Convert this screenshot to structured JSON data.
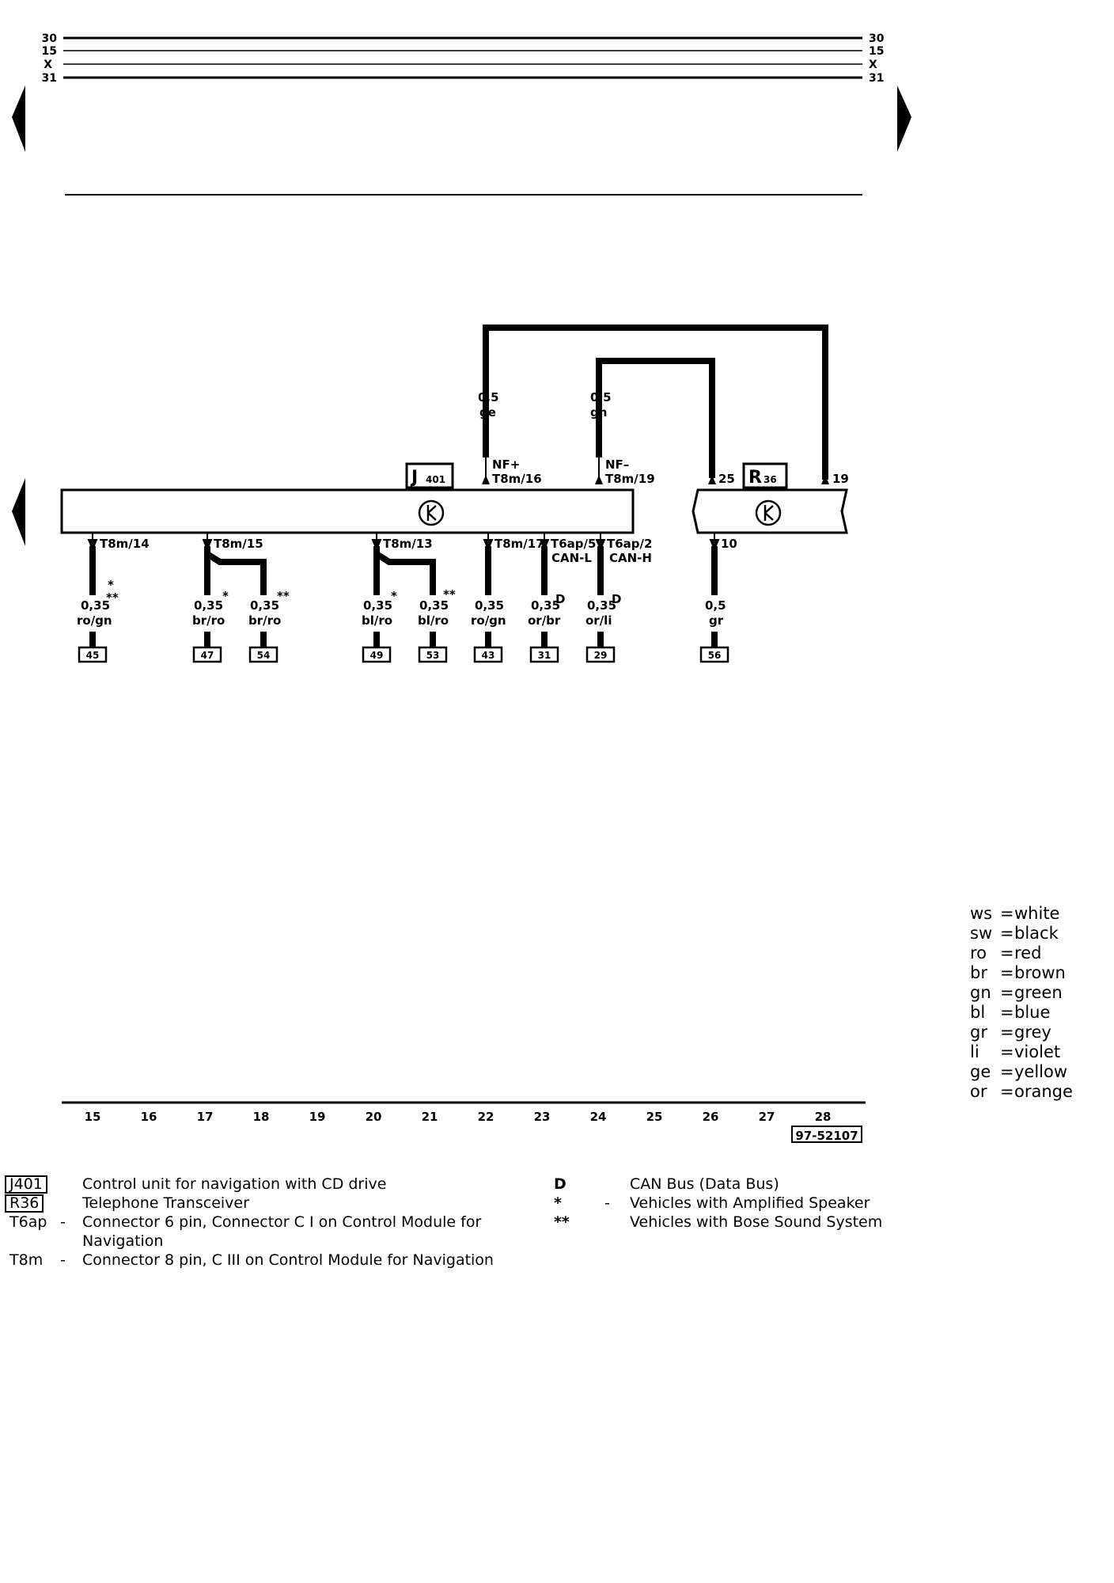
{
  "rails": [
    {
      "label": "30",
      "y": 48
    },
    {
      "label": "15",
      "y": 64
    },
    {
      "label": "X",
      "y": 81
    },
    {
      "label": "31",
      "y": 98
    }
  ],
  "components": {
    "j401": {
      "code": "J",
      "sub": "401"
    },
    "r36": {
      "code": "R",
      "sub": "36"
    }
  },
  "upper_wires": [
    {
      "size": "0,5",
      "color": "ge",
      "pin": "NF+",
      "conn": "T8m/16"
    },
    {
      "size": "0,5",
      "color": "gn",
      "pin": "NF–",
      "conn": "T8m/19"
    }
  ],
  "r36_pins": {
    "top_a": "25",
    "top_b": "19",
    "bottom": "10"
  },
  "lower_connectors": {
    "c14": "T8m/14",
    "c15": "T8m/15",
    "c13": "T8m/13",
    "c17": "T8m/17",
    "c6ap5": "T6ap/5",
    "c6ap2": "T6ap/2",
    "canl": "CAN-L",
    "canh": "CAN-H"
  },
  "lower_wires": [
    {
      "size": "0,35",
      "color": "ro/gn",
      "mark": "*\n**",
      "ref": "45"
    },
    {
      "size": "0,35",
      "color": "br/ro",
      "mark": "*",
      "ref": "47"
    },
    {
      "size": "0,35",
      "color": "br/ro",
      "mark": "**",
      "ref": "54"
    },
    {
      "size": "0,35",
      "color": "bl/ro",
      "mark": "*",
      "ref": "49"
    },
    {
      "size": "0,35",
      "color": "bl/ro",
      "mark": "**",
      "ref": "53"
    },
    {
      "size": "0,35",
      "color": "ro/gn",
      "mark": "",
      "ref": "43"
    },
    {
      "size": "0,35",
      "color": "or/br",
      "mark": "D",
      "ref": "31"
    },
    {
      "size": "0,35",
      "color": "or/li",
      "mark": "D",
      "ref": "29"
    },
    {
      "size": "0,5",
      "color": "gr",
      "mark": "",
      "ref": "56"
    }
  ],
  "current_tracks": [
    "15",
    "16",
    "17",
    "18",
    "19",
    "20",
    "21",
    "22",
    "23",
    "24",
    "25",
    "26",
    "27",
    "28"
  ],
  "reference_code": "97-52107",
  "color_legend": [
    {
      "abbr": "ws",
      "name": "white"
    },
    {
      "abbr": "sw",
      "name": "black"
    },
    {
      "abbr": "ro",
      "name": "red"
    },
    {
      "abbr": "br",
      "name": "brown"
    },
    {
      "abbr": "gn",
      "name": "green"
    },
    {
      "abbr": "bl",
      "name": "blue"
    },
    {
      "abbr": "gr",
      "name": "grey"
    },
    {
      "abbr": "li",
      "name": "violet"
    },
    {
      "abbr": "ge",
      "name": "yellow"
    },
    {
      "abbr": "or",
      "name": "orange"
    }
  ],
  "notes_left": [
    {
      "code": "J401",
      "boxed": true,
      "sep": "",
      "text": "Control unit for navigation with CD drive"
    },
    {
      "code": "R36",
      "boxed": true,
      "sep": "",
      "text": "Telephone Transceiver"
    },
    {
      "code": "T6ap",
      "boxed": false,
      "sep": "-",
      "text": "Connector 6 pin, Connector C I on Control Module for Navigation"
    },
    {
      "code": "T8m",
      "boxed": false,
      "sep": "-",
      "text": "Connector 8 pin, C III on Control Module for Navigation"
    }
  ],
  "notes_right": [
    {
      "code": "D",
      "sep": "",
      "text": "CAN Bus (Data Bus)"
    },
    {
      "code": "*",
      "sep": "-",
      "text": "Vehicles with Amplified Speaker"
    },
    {
      "code": "**",
      "sep": "",
      "text": "Vehicles with Bose Sound System"
    }
  ]
}
